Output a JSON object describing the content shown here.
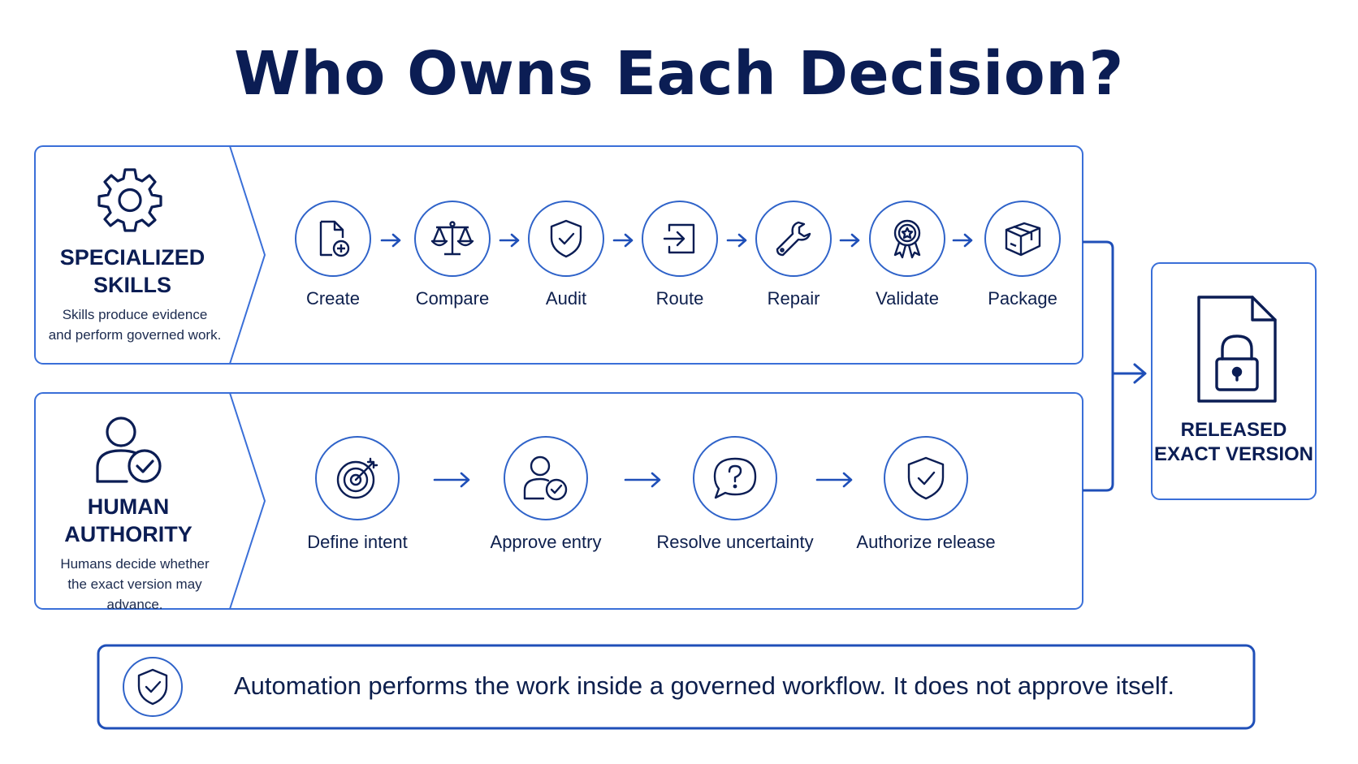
{
  "title": "Who Owns Each Decision?",
  "skills": {
    "heading": [
      "SPECIALIZED",
      "SKILLS"
    ],
    "description": [
      "Skills produce evidence",
      "and perform governed work."
    ],
    "icon": "gear-icon",
    "steps": [
      {
        "label": "Create",
        "icon": "file-plus-icon"
      },
      {
        "label": "Compare",
        "icon": "scales-icon"
      },
      {
        "label": "Audit",
        "icon": "shield-check-icon"
      },
      {
        "label": "Route",
        "icon": "route-arrow-icon"
      },
      {
        "label": "Repair",
        "icon": "wrench-icon"
      },
      {
        "label": "Validate",
        "icon": "award-ribbon-icon"
      },
      {
        "label": "Package",
        "icon": "box-icon"
      }
    ]
  },
  "human": {
    "heading": [
      "HUMAN",
      "AUTHORITY"
    ],
    "description": [
      "Humans decide whether",
      "the exact version may advance."
    ],
    "icon": "user-check-icon",
    "steps": [
      {
        "label": "Define intent",
        "icon": "target-icon"
      },
      {
        "label": "Approve entry",
        "icon": "user-check-icon"
      },
      {
        "label": "Resolve uncertainty",
        "icon": "question-bubble-icon"
      },
      {
        "label": "Authorize release",
        "icon": "shield-check-icon"
      }
    ]
  },
  "output": {
    "label": [
      "RELEASED",
      "EXACT VERSION"
    ],
    "icon": "locked-document-icon"
  },
  "footer": {
    "text": "Automation performs the work inside a governed workflow. It does not approve itself.",
    "icon": "shield-check-icon"
  },
  "colors": {
    "accent": "#2f63c9",
    "ink": "#0b1d54",
    "border": "#3a6fd8"
  }
}
